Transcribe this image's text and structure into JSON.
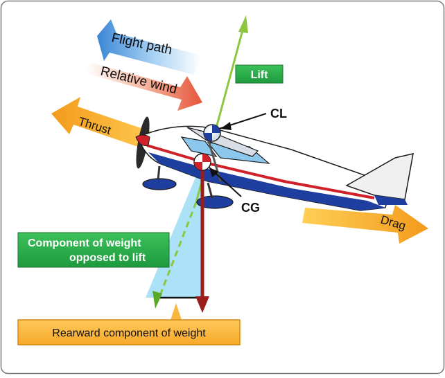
{
  "labels": {
    "flight_path": "Flight path",
    "relative_wind": "Relative wind",
    "lift": "Lift",
    "thrust": "Thrust",
    "drag": "Drag",
    "cl": "CL",
    "cg": "CG",
    "component_line1": "Component of weight",
    "component_line2": "opposed to lift",
    "rearward": "Rearward component of weight"
  },
  "colors": {
    "frame": "#7a7a7a",
    "flight_path_arrow": "#4a90d9",
    "relative_wind_arrow": "#e8684a",
    "lift_arrow": "#9acd32",
    "lift_box": "#2aa84a",
    "thrust_arrow": "#f5a623",
    "drag_arrow": "#f5a623",
    "component_box": "#2aa84a",
    "rearward_box": "#f8b740",
    "weight_arrow": "#9b1c1c",
    "light_blue_triangle": "#a8e0f8",
    "fuselage_white": "#ffffff",
    "fuselage_blue": "#1f3fa0",
    "stripe_red": "#d0202a",
    "window_blue": "#8cc8ee"
  }
}
